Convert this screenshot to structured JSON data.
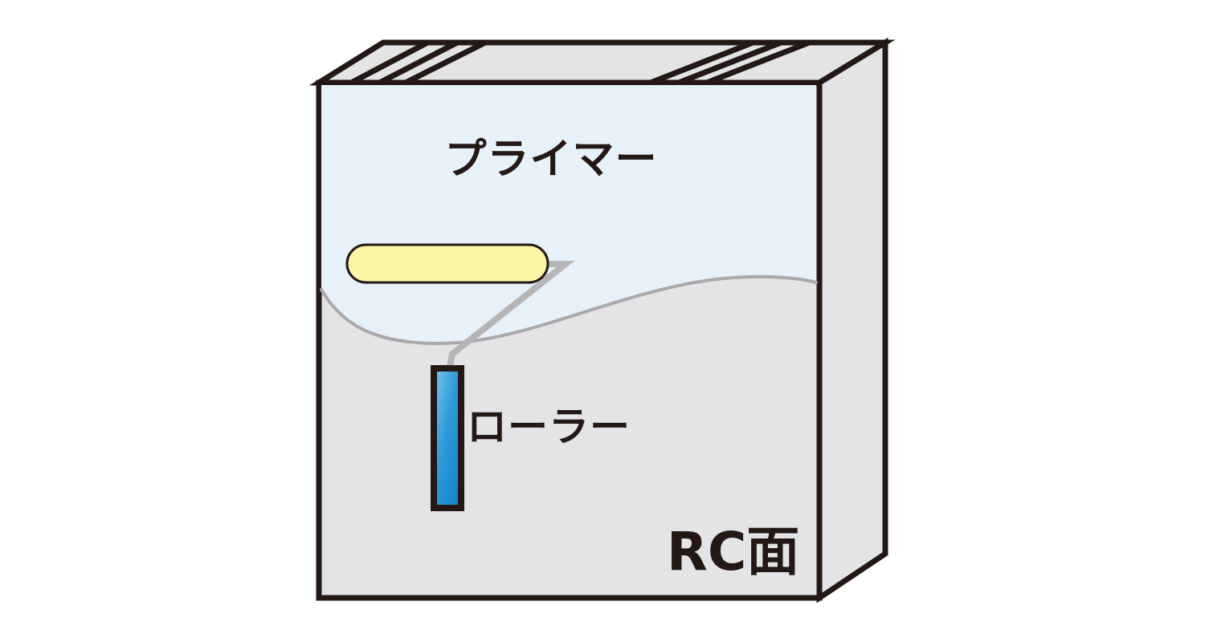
{
  "labels": {
    "primer": "プライマー",
    "roller": "ローラー",
    "rc_surface": "RC面"
  },
  "colors": {
    "outline_dark": "#231815",
    "wall_gray": "#e4e4e6",
    "primer_light_blue": "#e7f1fa",
    "boundary_gray": "#a9a8aa",
    "wire_gray": "#b5b4b6",
    "roller_sleeve_yellow": "#faf5a5",
    "handle_blue_light": "#7fc7ef",
    "handle_blue_dark": "#0e81c6",
    "background": "#ffffff"
  }
}
